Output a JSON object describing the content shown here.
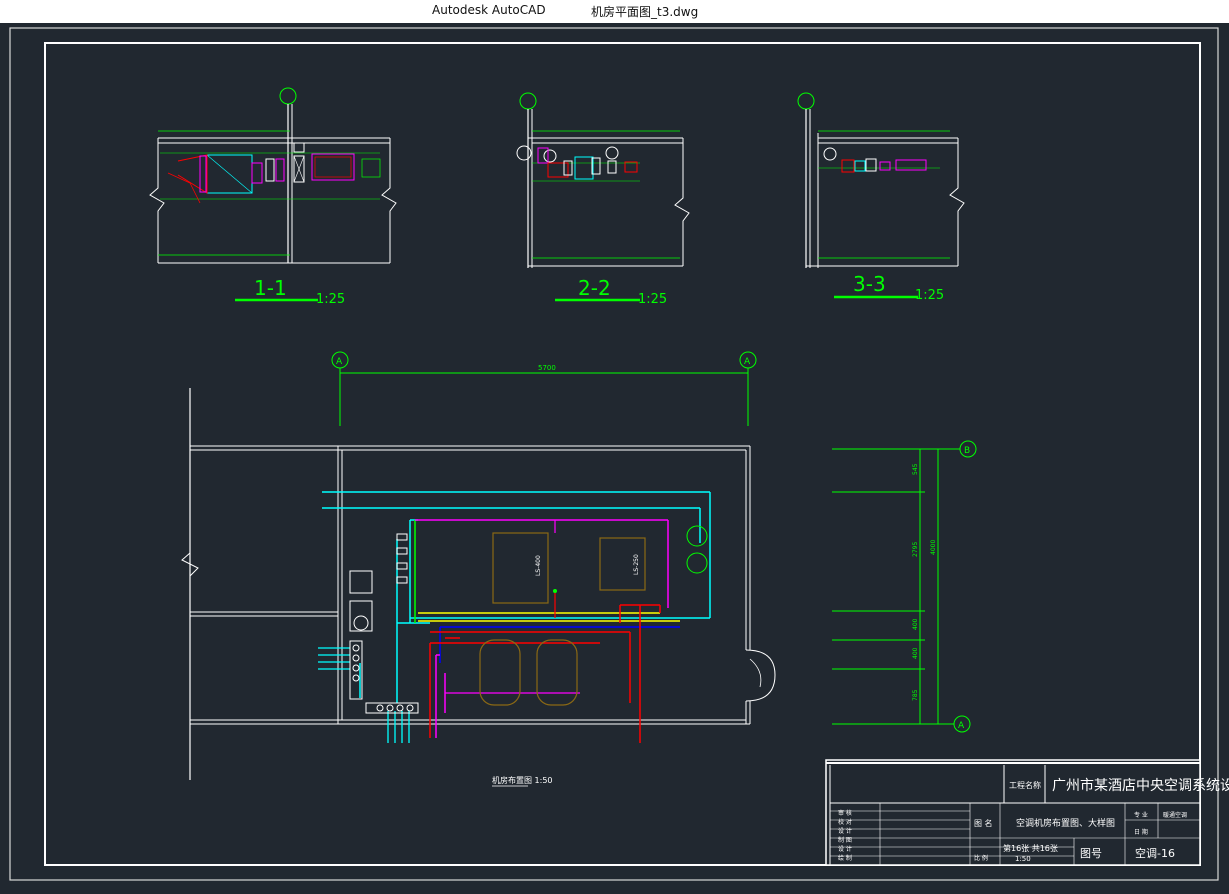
{
  "window": {
    "app_name": "Autodesk AutoCAD",
    "file_name": "机房平面图_t3.dwg"
  },
  "sections": [
    {
      "label": "1-1",
      "scale": "1:25"
    },
    {
      "label": "2-2",
      "scale": "1:25"
    },
    {
      "label": "3-3",
      "scale": "1:25"
    }
  ],
  "plan": {
    "axis_top_left": "A",
    "axis_top_right": "A",
    "axis_right_top": "B",
    "axis_right_bottom": "A",
    "top_dimension": "5700",
    "right_dims": [
      "545",
      "2795",
      "400",
      "400",
      "785"
    ],
    "right_total": "4000",
    "equip_1": "LS-400",
    "equip_2": "LS-250",
    "caption": "机房布置图 1:50"
  },
  "title_block": {
    "project_label": "工程名称",
    "project_name": "广州市某酒店中央空调系统设计",
    "drawing_label": "图 名",
    "drawing_name": "空调机房布置图、大样图",
    "rows_left": [
      "审 核",
      "校 对",
      "设 计",
      "制 图"
    ],
    "rows_left2": [
      "设 计",
      "绘 制"
    ],
    "sheet_info": "第16张 共16张",
    "scale_label": "比 例",
    "scale_value": "1:50",
    "major_label": "专 业",
    "major_value": "暖通空调",
    "date_label": "日 期",
    "drawing_no_label": "图号",
    "drawing_no": "空调-16"
  },
  "colors": {
    "background": "#212830",
    "white": "#ffffff",
    "green": "#00ff00",
    "cyan": "#00ffff",
    "red": "#ff0000",
    "magenta": "#ff00ff",
    "yellow": "#ffff00",
    "blue": "#0000ff",
    "brown": "#8b6914"
  }
}
